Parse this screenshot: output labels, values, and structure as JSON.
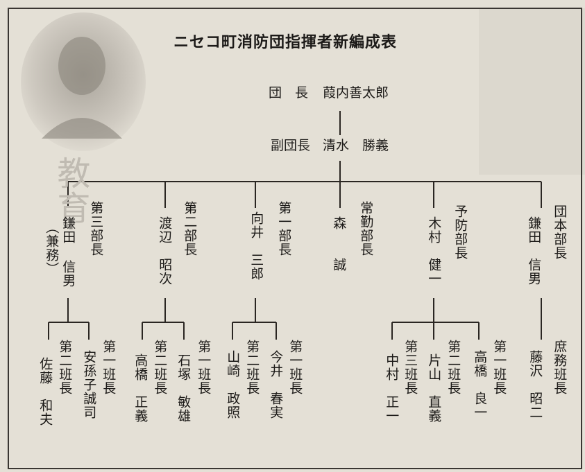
{
  "chart": {
    "title": "ニセコ町消防団指揮者新編成表",
    "head": {
      "role": "団　長",
      "name": "葭内善太郎"
    },
    "deputy": {
      "role": "副団長",
      "name": "清水　勝義"
    },
    "branches": [
      {
        "role": "第三部長",
        "name": "鎌田 信男",
        "note": "（兼務）"
      },
      {
        "role": "第二部長",
        "name": "渡辺　昭次"
      },
      {
        "role": "第一部長",
        "name": "向井　三郎"
      },
      {
        "role": "常勤部長",
        "name": "森　　誠"
      },
      {
        "role": "予防部長",
        "name": "木村　健一"
      },
      {
        "role": "団本部長",
        "name": "鎌田　信男"
      }
    ],
    "squads": [
      {
        "role": "第二班長",
        "name": "佐藤　和夫"
      },
      {
        "role": "第一班長",
        "name": "安孫子誠司"
      },
      {
        "role": "第二班長",
        "name": "高橋　正義"
      },
      {
        "role": "第一班長",
        "name": "石塚　敏雄"
      },
      {
        "role": "第二班長",
        "name": "山崎　政照"
      },
      {
        "role": "第一班長",
        "name": "今井　春実"
      },
      {
        "role": "第三班長",
        "name": "中村　正一"
      },
      {
        "role": "第二班長",
        "name": "片山　直義"
      },
      {
        "role": "第一班長",
        "name": "高橋　良一"
      },
      {
        "role": "庶務班長",
        "name": "藤沢　昭二"
      }
    ],
    "side_text": [
      "教",
      "育"
    ]
  }
}
